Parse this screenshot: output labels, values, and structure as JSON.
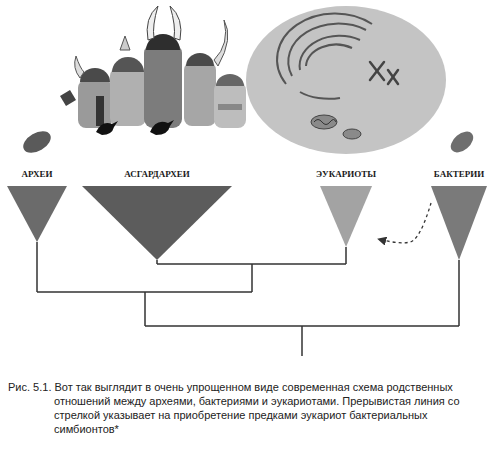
{
  "diagram": {
    "caption": "Рис. 5.1. Вот так выглядит в очень упрощенном виде современная схема родственных отношений между археями, бактериями и эукариотами. Прерывистая линия со стрелкой указывает на приобретение предками эукариот бактериальных симбионтов*",
    "nodes": [
      {
        "text": [
          "АРХЕИ"
        ]
      },
      {
        "text": [
          "АСГАРДАРХЕИ"
        ]
      },
      {
        "text": [
          "ЭУКАРИОТЫ"
        ]
      },
      {
        "text": [
          "БАКТЕРИИ"
        ]
      }
    ],
    "edges": [
      {
        "from": 3,
        "to": 2,
        "arrow": "to"
      }
    ]
  }
}
